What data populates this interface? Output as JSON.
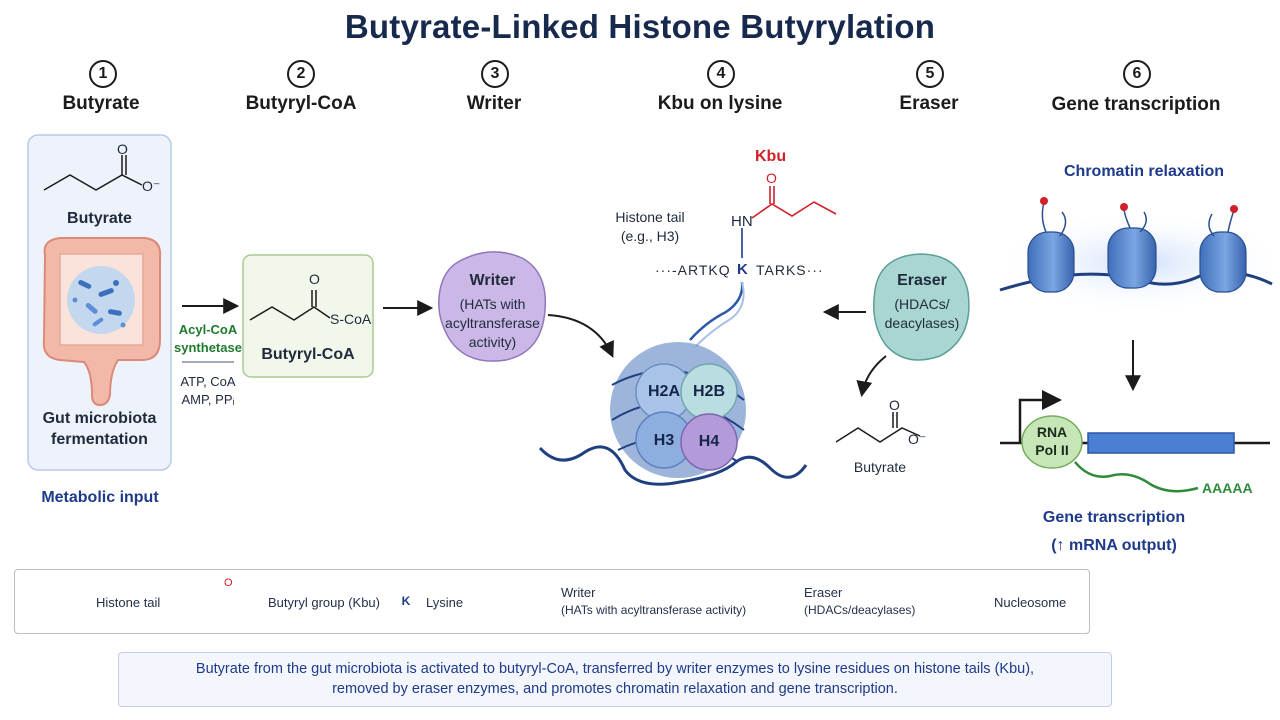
{
  "title": "Butyrate-Linked Histone Butyrylation",
  "steps": [
    {
      "num": "1",
      "label": "Butyrate"
    },
    {
      "num": "2",
      "label": "Butyryl-CoA"
    },
    {
      "num": "3",
      "label": "Writer"
    },
    {
      "num": "4",
      "label": "Kbu on lysine"
    },
    {
      "num": "5",
      "label": "Eraser"
    },
    {
      "num": "6",
      "label": "Gene transcription"
    }
  ],
  "panel1": {
    "carboxylate_o": "O",
    "carboxylate_om": "O⁻",
    "molecule_name": "Butyrate",
    "gut_label_line1": "Gut microbiota",
    "gut_label_line2": "fermentation",
    "footer": "Metabolic input"
  },
  "enzyme": {
    "name_line1": "Acyl-CoA",
    "name_line2": "synthetase",
    "inputs": "ATP, CoA",
    "outputs": "AMP, PPᵢ"
  },
  "panel2": {
    "o": "O",
    "scoa": "S-CoA",
    "name": "Butyryl-CoA"
  },
  "writer": {
    "title": "Writer",
    "line1": "(HATs with",
    "line2": "acyltransferase",
    "line3": "activity)"
  },
  "kbu": {
    "label": "Kbu",
    "o": "O",
    "hn": "HN",
    "tail_label_line1": "Histone tail",
    "tail_label_line2": "(e.g., H3)",
    "seq_left": "···-ARTKQ",
    "seq_k": "K",
    "seq_right": "TARKS···",
    "histones": [
      "H2A",
      "H2B",
      "H3",
      "H4"
    ]
  },
  "eraser": {
    "title": "Eraser",
    "line1": "(HDACs/",
    "line2": "deacylases)",
    "product_o": "O",
    "product_om": "O⁻",
    "product": "Butyrate"
  },
  "transcription": {
    "chromatin": "Chromatin relaxation",
    "pol_line1": "RNA",
    "pol_line2": "Pol II",
    "polya": "AAAAA",
    "label_line1": "Gene transcription",
    "label_line2": "(↑ mRNA output)"
  },
  "legend": [
    {
      "icon": "histone-tail",
      "label": "Histone tail"
    },
    {
      "icon": "butyryl-group",
      "label": "Butyryl group (Kbu)",
      "glyph": "O"
    },
    {
      "icon": "lysine",
      "label": "Lysine",
      "glyph": "K"
    },
    {
      "icon": "writer",
      "label_line1": "Writer",
      "label_line2": "(HATs with acyltransferase activity)"
    },
    {
      "icon": "eraser",
      "label_line1": "Eraser",
      "label_line2": "(HDACs/deacylases)"
    },
    {
      "icon": "nucleosome",
      "label": "Nucleosome"
    }
  ],
  "caption": {
    "line1": "Butyrate from the gut microbiota is activated to butyryl-CoA, transferred by writer enzymes to lysine residues on histone tails (Kbu),",
    "line2": "removed by eraser enzymes, and promotes chromatin relaxation and gene transcription."
  },
  "colors": {
    "navy": "#17294d",
    "blue_label": "#1e3a8a",
    "kbu_red": "#d0202a",
    "enzyme_green": "#1f7a2e",
    "writer_purple": "#c9b6e4",
    "eraser_teal": "#a9d6d0",
    "nucleosome_blue": "#5b8ed1",
    "gene_blue": "#4a7fd4"
  }
}
